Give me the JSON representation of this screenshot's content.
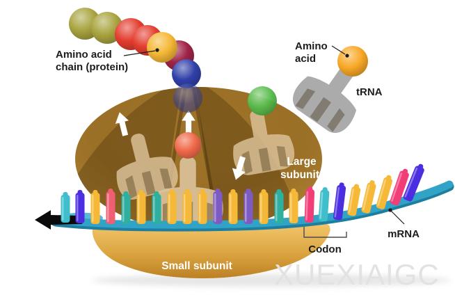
{
  "labels": {
    "amino_acid_chain_line1": "Amino acid",
    "amino_acid_chain_line2": "chain (protein)",
    "amino_acid_line1": "Amino",
    "amino_acid_line2": "acid",
    "trna": "tRNA",
    "large_subunit_line1": "Large",
    "large_subunit_line2": "subunit",
    "small_subunit": "Small subunit",
    "codon": "Codon",
    "mrna": "mRNA",
    "watermark": "XUEXIAIGC"
  },
  "palette": {
    "olive": "#A9A440",
    "red": "#E33D2F",
    "yellow": "#F5B837",
    "maroon": "#9F2347",
    "blue": "#3140A9",
    "orange": "#F0694A",
    "green": "#57BD4B",
    "amber": "#F9A827",
    "cyan": "#3FBECB",
    "indigo": "#4A2EE0",
    "crimson": "#EF5E72",
    "teal": "#2FAF9F",
    "violet": "#7E5BC2",
    "pink": "#F23E78",
    "mrna_backbone": "#2C9CBE",
    "mrna_backbone_dark": "#1E7E9F",
    "mrna_end_flare": "#58B9D8",
    "large_subunit": "#9C7128",
    "small_subunit": "#D9A23E",
    "trna_gray": "#ABABAB",
    "trna_tan": "#DCC49C",
    "arrow_white": "#FFFFFF",
    "direction_arrow_black": "#0B0B0B",
    "label_text": "#1C1C1C",
    "watermark_gray": "#E2E2E2"
  },
  "protein_chain": {
    "sphere_colors": [
      "olive",
      "olive",
      "red",
      "red",
      "yellow",
      "maroon",
      "blue"
    ],
    "entering_sphere_color": "blue"
  },
  "ribosome": {
    "inner_trna_count": 3,
    "inner_sphere_colors": [
      "orange",
      "green"
    ],
    "up_arrow_count": 2,
    "down_arrow_count": 1
  },
  "free_trna": {
    "amino_acid_sphere_color": "amber"
  },
  "mrna": {
    "nucleotides": [
      "cyan",
      "indigo",
      "yellow",
      "crimson",
      "teal",
      "yellow",
      "teal",
      "yellow",
      "yellow",
      "yellow",
      "violet",
      "yellow",
      "violet",
      "yellow",
      "teal",
      "yellow",
      "pink",
      "cyan",
      "indigo",
      "yellow",
      "yellow",
      "yellow",
      "pink",
      "indigo"
    ],
    "codon_nucleotides": [
      "pink",
      "cyan",
      "indigo"
    ],
    "direction": "left"
  }
}
